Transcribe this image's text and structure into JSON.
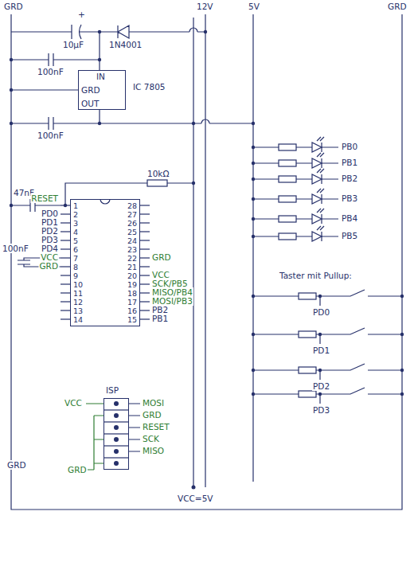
{
  "diagram": {
    "nodes": [
      {
        "text": [
          "IC 7805",
          "IN",
          "GRD",
          "OUT"
        ]
      },
      {
        "text": [
          "1",
          "2",
          "3",
          "4",
          "5",
          "6",
          "7",
          "8",
          "9",
          "10",
          "11",
          "12",
          "13",
          "14",
          "28",
          "27",
          "26",
          "25",
          "24",
          "23",
          "22",
          "21",
          "20",
          "19",
          "18",
          "17",
          "16",
          "15"
        ]
      },
      {
        "text": [
          "ISP"
        ]
      }
    ],
    "labels": [
      "GRD",
      "12V",
      "5V",
      "GRD",
      "+",
      "10µF",
      "1N4001",
      "100nF",
      "100nF",
      "10kΩ",
      "47nF",
      "RESET",
      "PD0",
      "PD1",
      "PD2",
      "PD3",
      "PD4",
      "VCC",
      "GRD",
      "GRD",
      "VCC",
      "SCK/PB5",
      "MISO/PB4",
      "MOSI/PB3",
      "PB2",
      "PB1",
      "100nF",
      "PB0",
      "PB1",
      "PB2",
      "PB3",
      "PB4",
      "PB5",
      "Taster mit Pullup:",
      "PD0",
      "PD1",
      "PD2",
      "PD3",
      "VCC",
      "GRD",
      "MOSI",
      "GRD",
      "RESET",
      "SCK",
      "MISO",
      "GRD",
      "VCC=5V"
    ]
  }
}
